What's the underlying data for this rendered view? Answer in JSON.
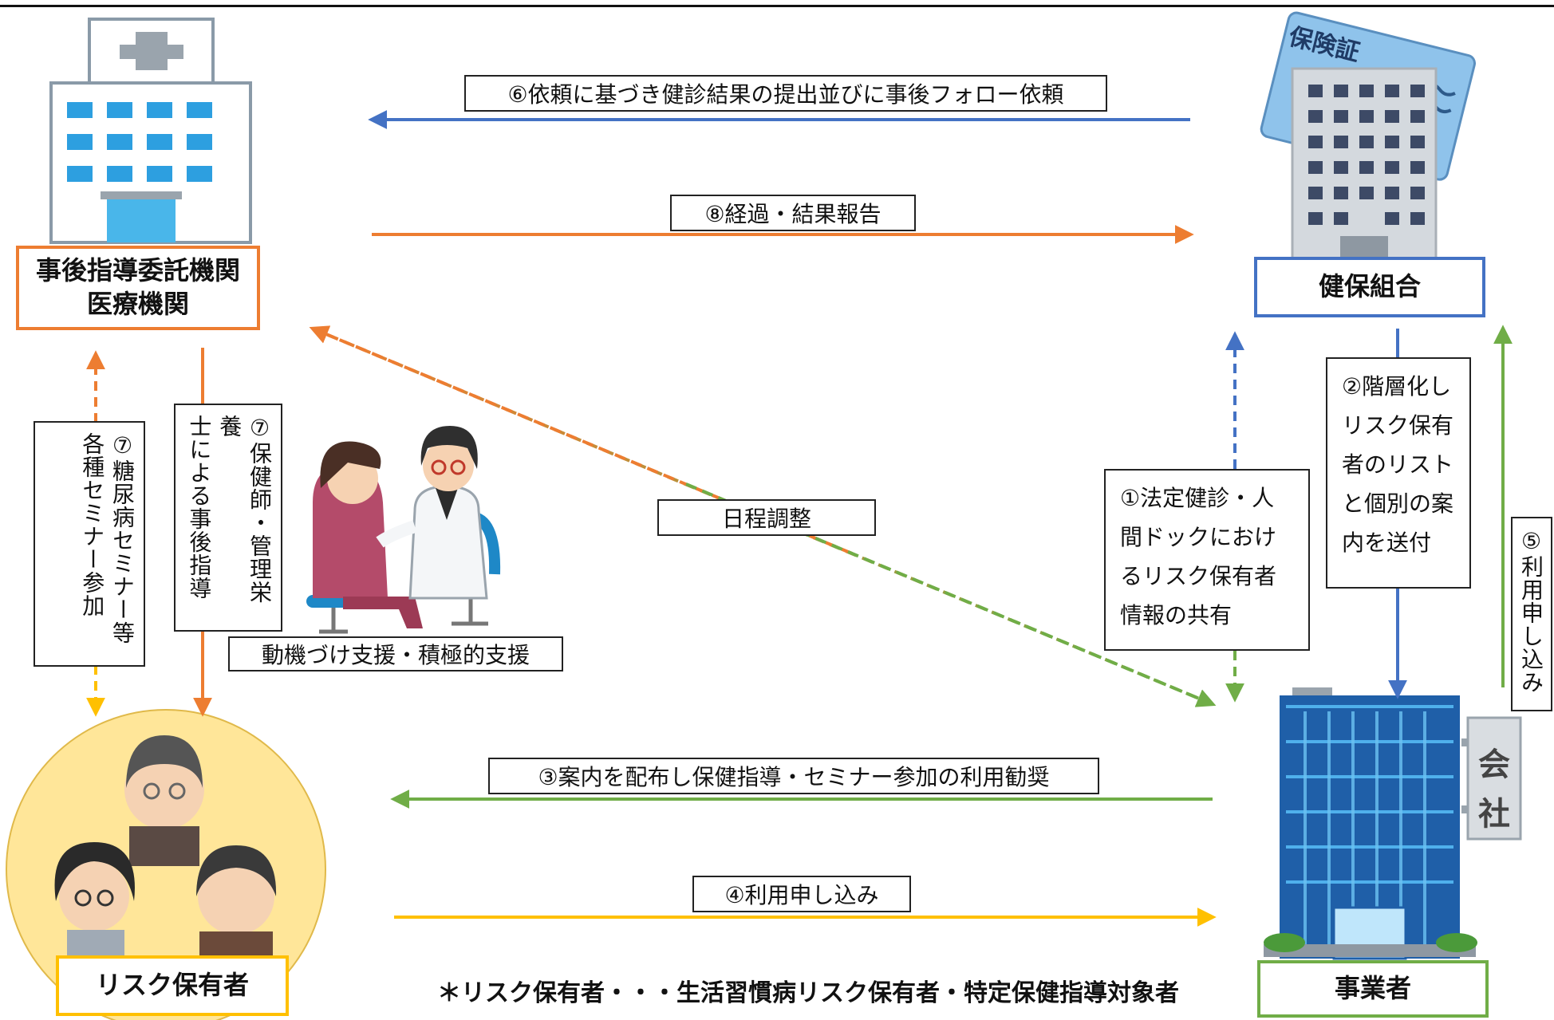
{
  "entities": {
    "medical": {
      "line1": "事後指導委託機関",
      "line2": "医療機関"
    },
    "kenpo": {
      "label": "健保組合"
    },
    "employer": {
      "label": "事業者"
    },
    "risk": {
      "label": "リスク保有者"
    }
  },
  "flows": {
    "f6": "⑥依頼に基づき健診結果の提出並びに事後フォロー依頼",
    "f8": "⑧経過・結果報告",
    "schedule": "日程調整",
    "f3": "③案内を配布し保健指導・セミナー参加の利用勧奨",
    "f4": "④利用申し込み",
    "support": "動機づけ支援・積極的支援",
    "f7_seminar": {
      "col1": "⑦糖尿病セミナー等",
      "col2": "各種セミナー参加"
    },
    "f7_guidance": {
      "col1": "⑦保健師・管理栄養",
      "col2": "士による事後指導"
    },
    "f1": {
      "l1": "①法定健診・人",
      "l2": "間ドックにおけ",
      "l3": "るリスク保有者",
      "l4": "情報の共有"
    },
    "f2": {
      "l1": "②階層化し",
      "l2": "リスク保有",
      "l3": "者のリスト",
      "l4": "と個別の案",
      "l5": "内を送付"
    },
    "f5": "⑤利用申し込み"
  },
  "illustrations": {
    "card_text": "保険証",
    "company_sign1": "会",
    "company_sign2": "社"
  },
  "footnote": "＊リスク保有者・・・生活習慣病リスク保有者・特定保健指導対象者",
  "colors": {
    "blue": "#4472C4",
    "orange": "#ED7D31",
    "green": "#70AD47",
    "yellow": "#FFC000",
    "circle": "#FFE699"
  }
}
